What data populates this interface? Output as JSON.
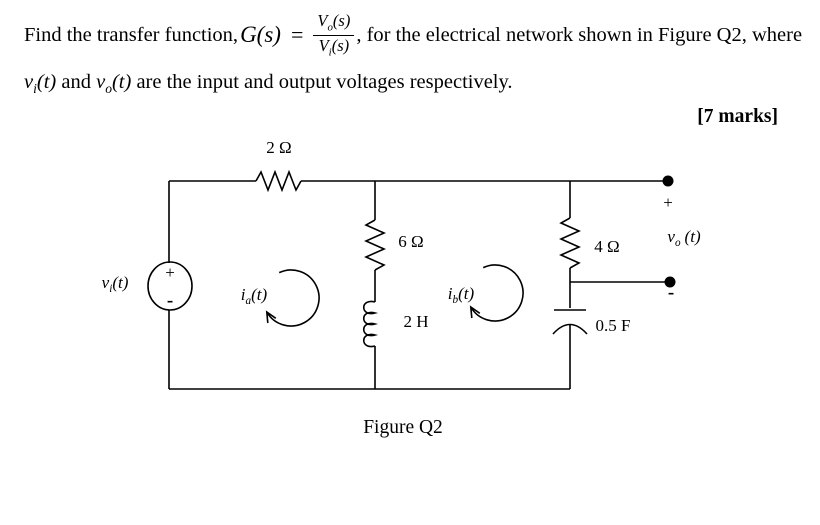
{
  "header": {
    "line1_prefix": "Find the transfer function, ",
    "transfer_symbol": "G(s)",
    "equals": "=",
    "frac": {
      "num_base": "V",
      "num_sub": "o",
      "num_arg": "(s)",
      "den_base": "V",
      "den_sub": "i",
      "den_arg": "(s)"
    },
    "line1_suffix": ", for the electrical network shown in Figure Q2, where",
    "line2": {
      "v1_base": "v",
      "v1_sub": "i",
      "v1_arg": "(t)",
      "mid": " and ",
      "v2_base": "v",
      "v2_sub": "o",
      "v2_arg": "(t)",
      "suffix": " are the input and output voltages respectively."
    },
    "marks": "[7 marks]"
  },
  "circuit": {
    "resistor_top": "2 Ω",
    "resistor_mid": "6 Ω",
    "resistor_right": "4 Ω",
    "inductor": "2 H",
    "capacitor": "0.5 F",
    "source": {
      "plus": "+",
      "minus": "-",
      "label_base": "v",
      "label_sub": "i",
      "label_arg": "(t)"
    },
    "mesh_a": {
      "base": "i",
      "sub": "a",
      "arg": "(t)"
    },
    "mesh_b": {
      "base": "i",
      "sub": "b",
      "arg": "(t)"
    },
    "output": {
      "plus": "+",
      "minus": "-",
      "label_base": "v",
      "label_sub": "o",
      "label_arg": "(t)"
    },
    "caption": "Figure Q2",
    "ink_color": "#000000"
  }
}
